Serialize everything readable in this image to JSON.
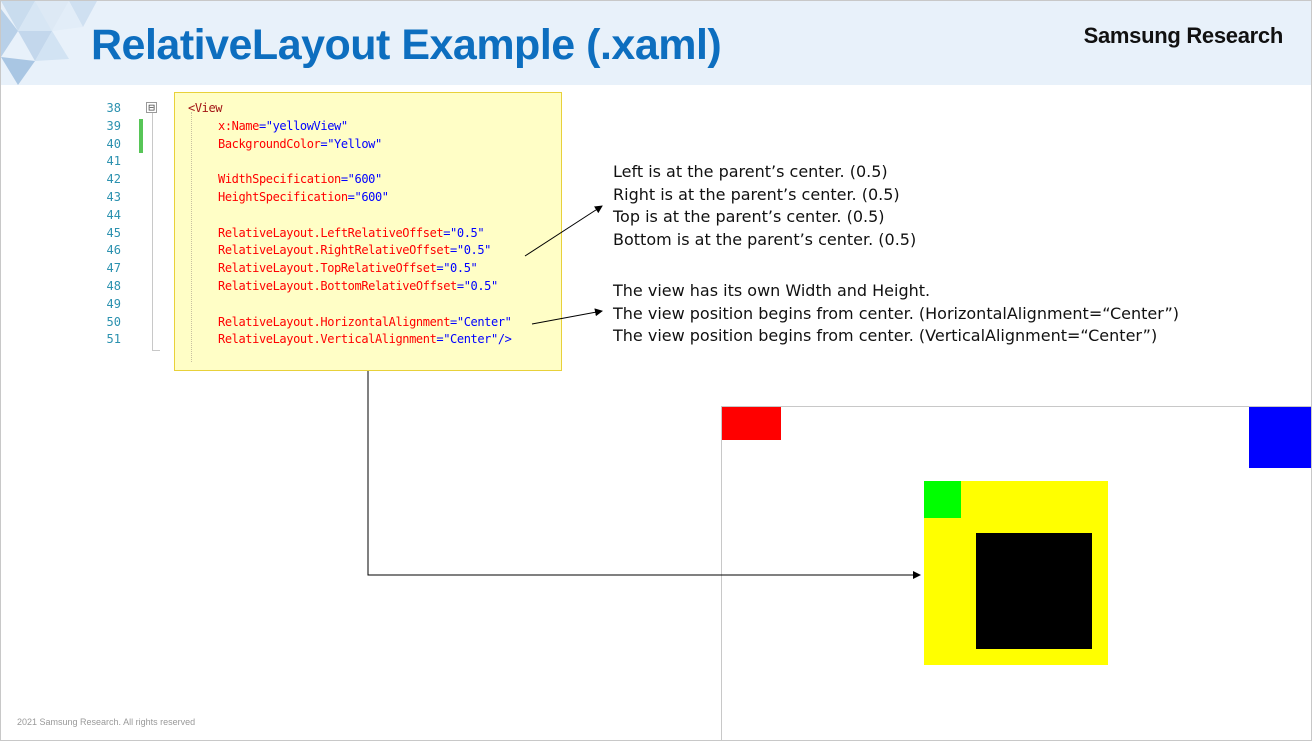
{
  "slide": {
    "title": "RelativeLayout Example (.xaml)",
    "brand": "Samsung Research",
    "footer": "2021 Samsung Research. All rights reserved"
  },
  "code": {
    "line_numbers": [
      "38",
      "39",
      "40",
      "41",
      "42",
      "43",
      "44",
      "45",
      "46",
      "47",
      "48",
      "49",
      "50",
      "51"
    ],
    "fold_symbol": "⊟",
    "lines": [
      [
        {
          "t": "<View",
          "c": "c-tag"
        }
      ],
      [
        {
          "t": "x:Name",
          "c": "c-attr"
        },
        {
          "t": "=",
          "c": "c-punc"
        },
        {
          "t": "\"yellowView\"",
          "c": "c-val"
        }
      ],
      [
        {
          "t": "BackgroundColor",
          "c": "c-attr"
        },
        {
          "t": "=",
          "c": "c-punc"
        },
        {
          "t": "\"Yellow\"",
          "c": "c-val"
        }
      ],
      [],
      [
        {
          "t": "WidthSpecification",
          "c": "c-attr"
        },
        {
          "t": "=",
          "c": "c-punc"
        },
        {
          "t": "\"600\"",
          "c": "c-val"
        }
      ],
      [
        {
          "t": "HeightSpecification",
          "c": "c-attr"
        },
        {
          "t": "=",
          "c": "c-punc"
        },
        {
          "t": "\"600\"",
          "c": "c-val"
        }
      ],
      [],
      [
        {
          "t": "RelativeLayout.LeftRelativeOffset",
          "c": "c-attr"
        },
        {
          "t": "=",
          "c": "c-punc"
        },
        {
          "t": "\"0.5\"",
          "c": "c-val"
        }
      ],
      [
        {
          "t": "RelativeLayout.RightRelativeOffset",
          "c": "c-attr"
        },
        {
          "t": "=",
          "c": "c-punc"
        },
        {
          "t": "\"0.5\"",
          "c": "c-val"
        }
      ],
      [
        {
          "t": "RelativeLayout.TopRelativeOffset",
          "c": "c-attr"
        },
        {
          "t": "=",
          "c": "c-punc"
        },
        {
          "t": "\"0.5\"",
          "c": "c-val"
        }
      ],
      [
        {
          "t": "RelativeLayout.BottomRelativeOffset",
          "c": "c-attr"
        },
        {
          "t": "=",
          "c": "c-punc"
        },
        {
          "t": "\"0.5\"",
          "c": "c-val"
        }
      ],
      [],
      [
        {
          "t": "RelativeLayout.HorizontalAlignment",
          "c": "c-attr"
        },
        {
          "t": "=",
          "c": "c-punc"
        },
        {
          "t": "\"Center\"",
          "c": "c-val"
        }
      ],
      [
        {
          "t": "RelativeLayout.VerticalAlignment",
          "c": "c-attr"
        },
        {
          "t": "=",
          "c": "c-punc"
        },
        {
          "t": "\"Center\"",
          "c": "c-val"
        },
        {
          "t": "/>",
          "c": "c-punc"
        }
      ]
    ]
  },
  "explanations": {
    "offsets": [
      "Left is at the parent’s center. (0.5)",
      "Right is at the parent’s center. (0.5)",
      "Top is at the parent’s center. (0.5)",
      "Bottom is at the parent’s center. (0.5)"
    ],
    "alignment": [
      "The view has its own Width and Height.",
      "The view position begins from center. (HorizontalAlignment=“Center”)",
      "The view position begins from center. (VerticalAlignment=“Center”)"
    ]
  },
  "demo": {
    "colors": {
      "red": "#ff0000",
      "blue": "#0000ff",
      "yellow": "#ffff00",
      "green": "#00ff00",
      "black": "#000000"
    }
  },
  "theme": {
    "title_color": "#0d6ebf",
    "header_bg": "#e8f1fa",
    "code_bg": "#fffec6"
  }
}
